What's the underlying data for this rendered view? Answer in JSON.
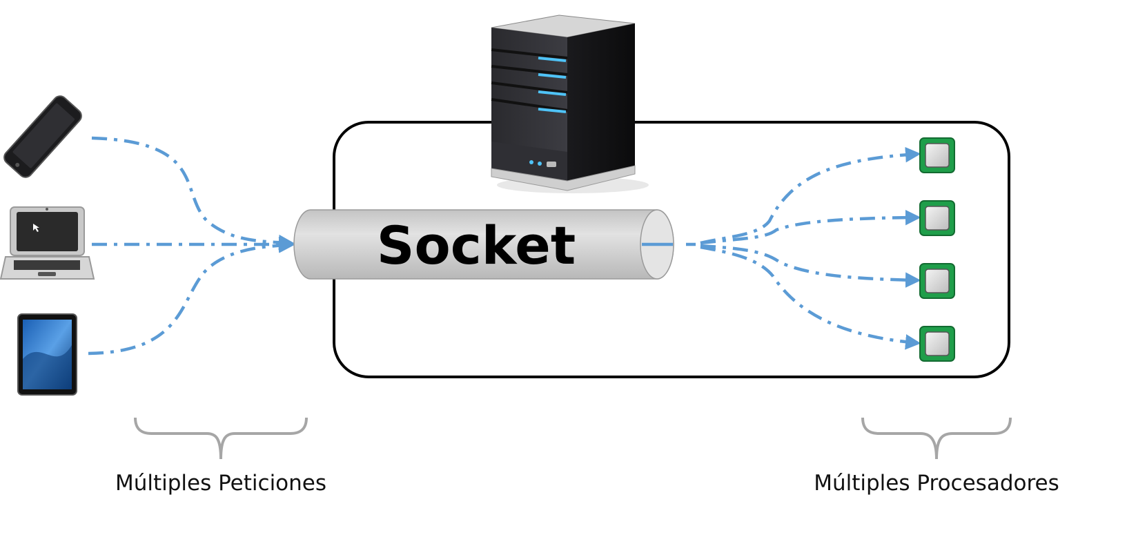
{
  "diagram": {
    "socket_label": "Socket",
    "left_caption": "Múltiples Peticiones",
    "right_caption": "Múltiples Procesadores",
    "clients": [
      "smartphone-icon",
      "laptop-icon",
      "tablet-icon"
    ],
    "processors": [
      "cpu-chip-icon",
      "cpu-chip-icon",
      "cpu-chip-icon",
      "cpu-chip-icon"
    ],
    "server": "server-tower-icon",
    "colors": {
      "arrow": "#5b9bd5",
      "container_border": "#000000",
      "bracket": "#a6a6a6",
      "chip_green": "#1f9e4a",
      "socket_fill": "#d0d0d0"
    }
  }
}
